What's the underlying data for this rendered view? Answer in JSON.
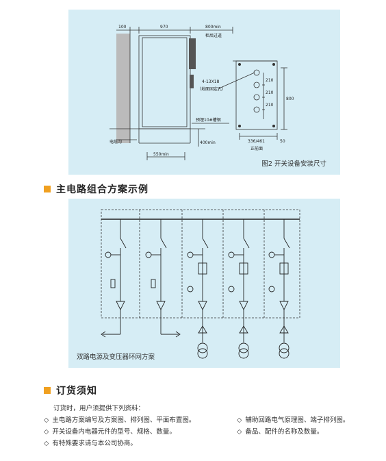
{
  "install_figure": {
    "caption": "图2 开关设备安装尺寸",
    "dims": {
      "d100": "100",
      "d970": "970",
      "d800min": "800min",
      "back_aisle": "柜后过道",
      "bolt": "4-13X18",
      "bolt_note": "（地面固定孔）",
      "d210a": "210",
      "d210b": "210",
      "d210c": "210",
      "d800": "800",
      "d336": "336/461",
      "d50": "50",
      "front": "正前面",
      "channel": "预埋10#槽钢",
      "cable_trench": "电缆沟",
      "d400min": "400min",
      "d550min": "550min"
    }
  },
  "section_main_circuit": {
    "title": "主电路组合方案示例"
  },
  "circuit_figure": {
    "caption": "双路电源及变压器环网方案"
  },
  "section_order": {
    "title": "订货须知",
    "intro": "订货时，用户须提供下列资料：",
    "bullet": "◇",
    "items_left": [
      "主电路方案编号及方案图、排列图、平面布置图。",
      "开关设备内电器元件的型号、规格、数量。",
      "有特殊要求请与本公司协商。"
    ],
    "items_right": [
      "辅助回路电气原理图、端子排列图。",
      "备品、配件的名称及数量。"
    ]
  },
  "colors": {
    "panel_bg": "#d6edf5",
    "accent": "#f0a020"
  }
}
